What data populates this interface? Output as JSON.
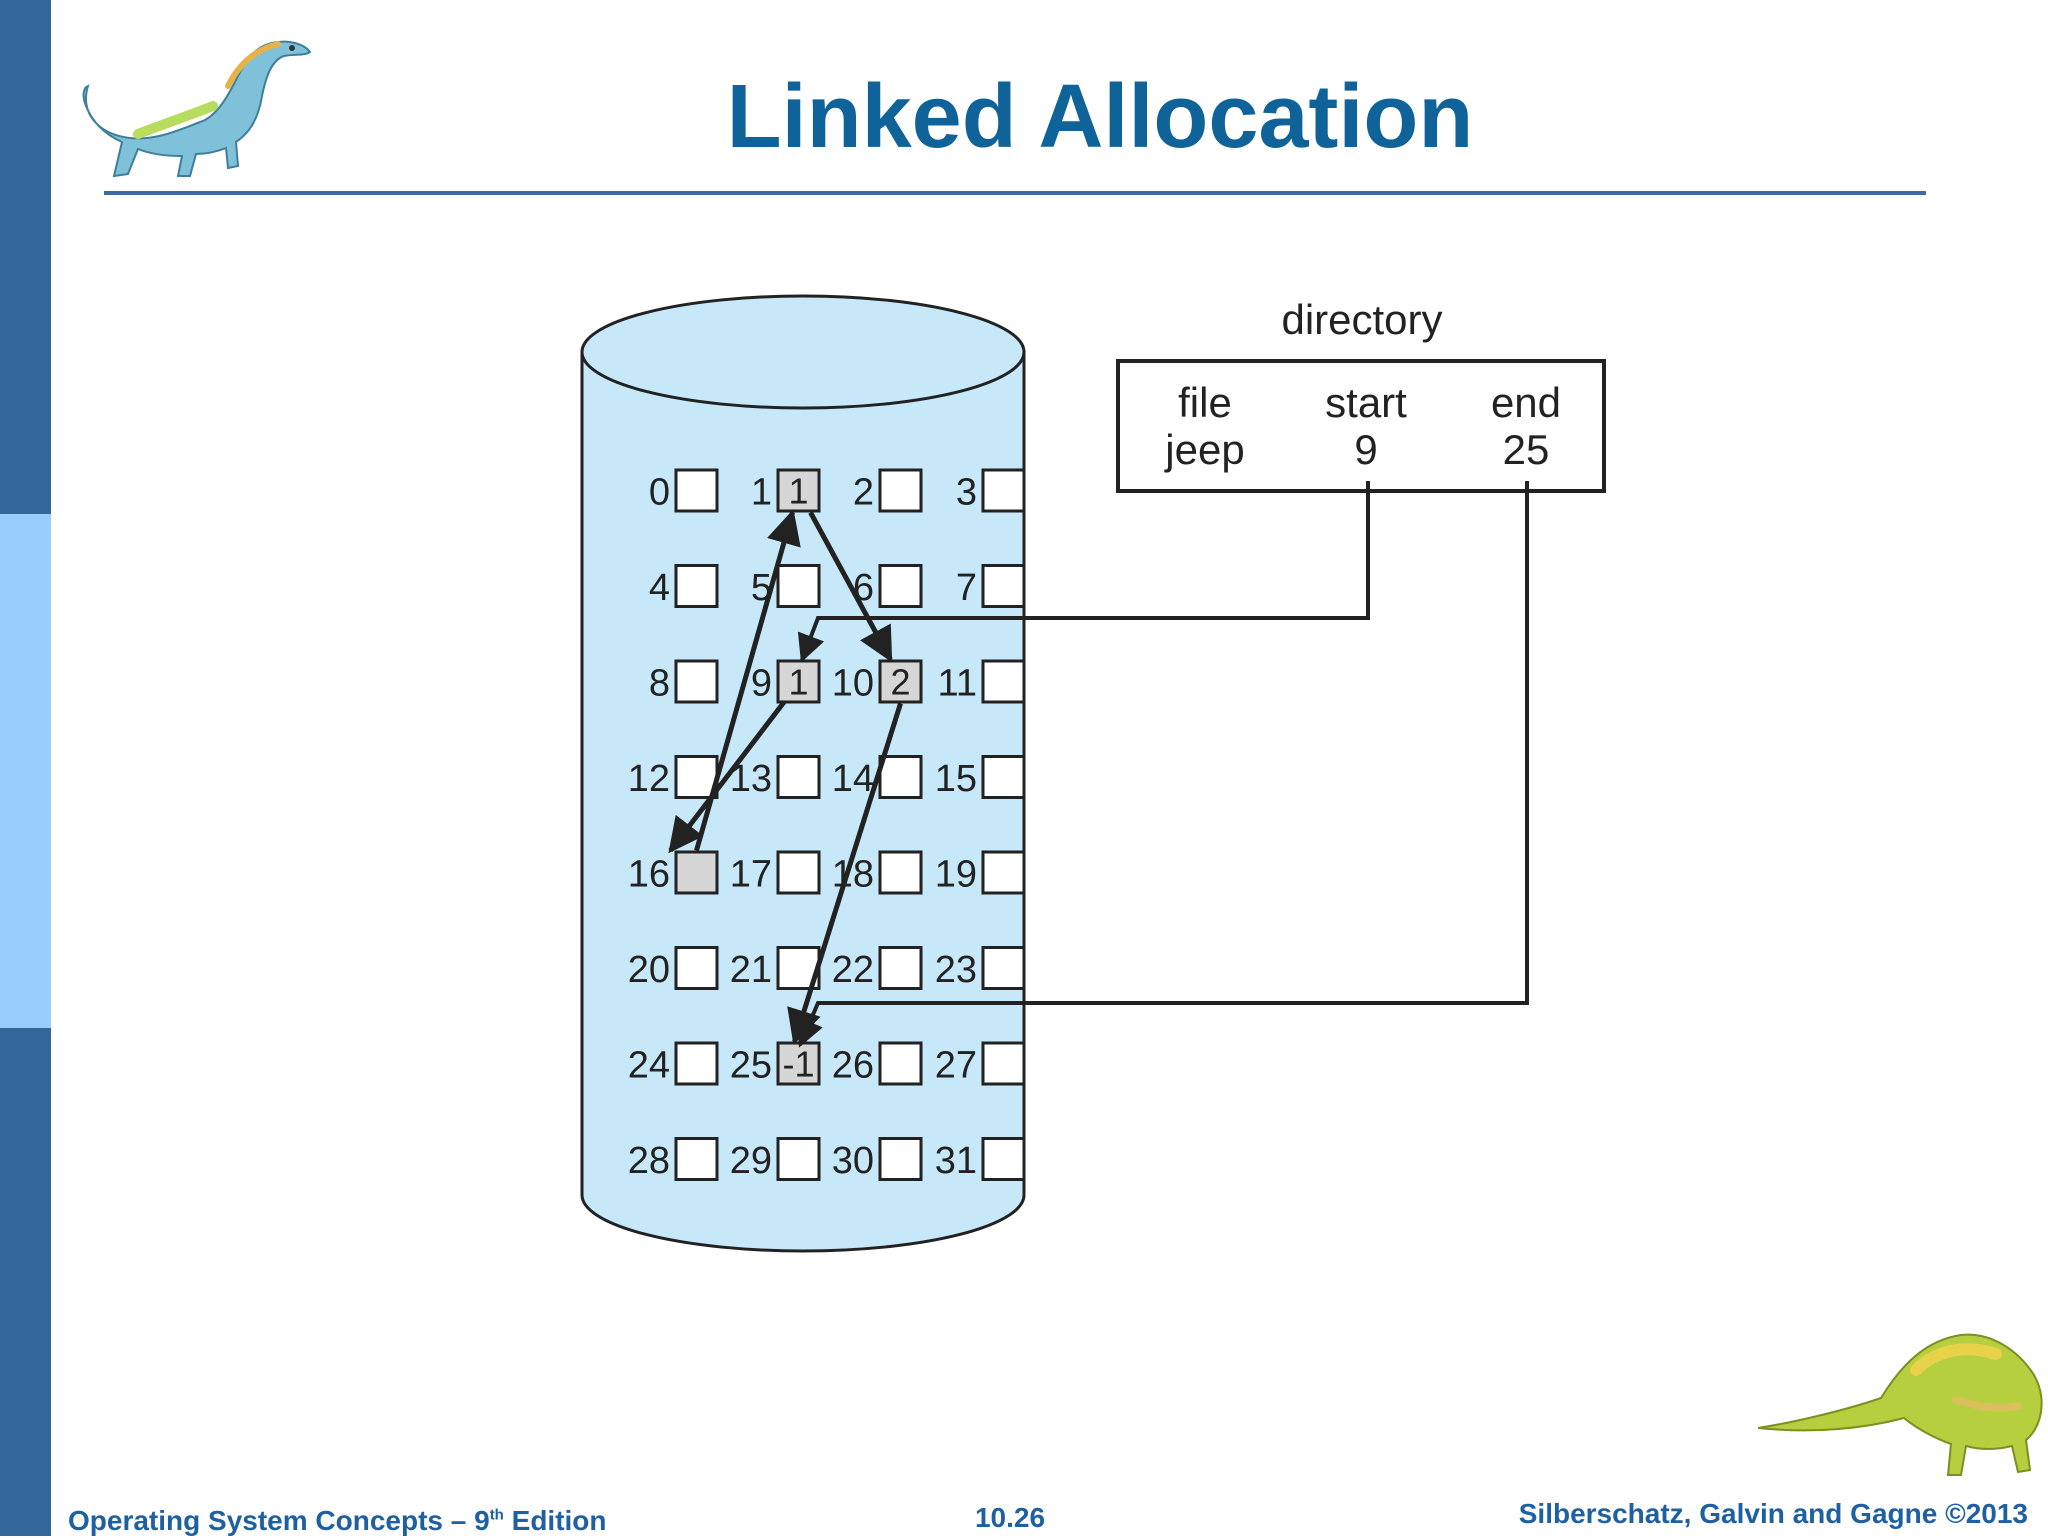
{
  "slide": {
    "title": "Linked Allocation",
    "footer": {
      "book_prefix": "Operating System Concepts – 9",
      "book_sup": "th",
      "book_suffix": " Edition",
      "page": "10.26",
      "copyright": "Silberschatz, Galvin and Gagne ©2013"
    }
  },
  "directory": {
    "label": "directory",
    "headers": [
      "file",
      "start",
      "end"
    ],
    "row": [
      "jeep",
      "9",
      "25"
    ]
  },
  "disk": {
    "blocks": [
      {
        "n": "0",
        "content": ""
      },
      {
        "n": "1",
        "content": "1"
      },
      {
        "n": "2",
        "content": ""
      },
      {
        "n": "3",
        "content": ""
      },
      {
        "n": "4",
        "content": ""
      },
      {
        "n": "5",
        "content": ""
      },
      {
        "n": "6",
        "content": ""
      },
      {
        "n": "7",
        "content": ""
      },
      {
        "n": "8",
        "content": ""
      },
      {
        "n": "9",
        "content": "1"
      },
      {
        "n": "10",
        "content": "2"
      },
      {
        "n": "11",
        "content": ""
      },
      {
        "n": "12",
        "content": ""
      },
      {
        "n": "13",
        "content": ""
      },
      {
        "n": "14",
        "content": ""
      },
      {
        "n": "15",
        "content": ""
      },
      {
        "n": "16",
        "content": ""
      },
      {
        "n": "17",
        "content": ""
      },
      {
        "n": "18",
        "content": ""
      },
      {
        "n": "19",
        "content": ""
      },
      {
        "n": "20",
        "content": ""
      },
      {
        "n": "21",
        "content": ""
      },
      {
        "n": "22",
        "content": ""
      },
      {
        "n": "23",
        "content": ""
      },
      {
        "n": "24",
        "content": ""
      },
      {
        "n": "25",
        "content": "-1"
      },
      {
        "n": "26",
        "content": ""
      },
      {
        "n": "27",
        "content": ""
      },
      {
        "n": "28",
        "content": ""
      },
      {
        "n": "29",
        "content": ""
      },
      {
        "n": "30",
        "content": ""
      },
      {
        "n": "31",
        "content": ""
      }
    ],
    "used_blocks": [
      1,
      9,
      10,
      16,
      25
    ],
    "chain": [
      9,
      16,
      1,
      10,
      25
    ]
  },
  "colors": {
    "title": "#0f6399",
    "sidebar_dark": "#336699",
    "sidebar_light": "#99ccff",
    "cylinder_fill": "#c7e8f9",
    "used_block_fill": "#d6d6d6",
    "footer_text": "#1f60a3"
  },
  "decorations": [
    "dinosaur-top-left",
    "dinosaur-bottom-right"
  ]
}
